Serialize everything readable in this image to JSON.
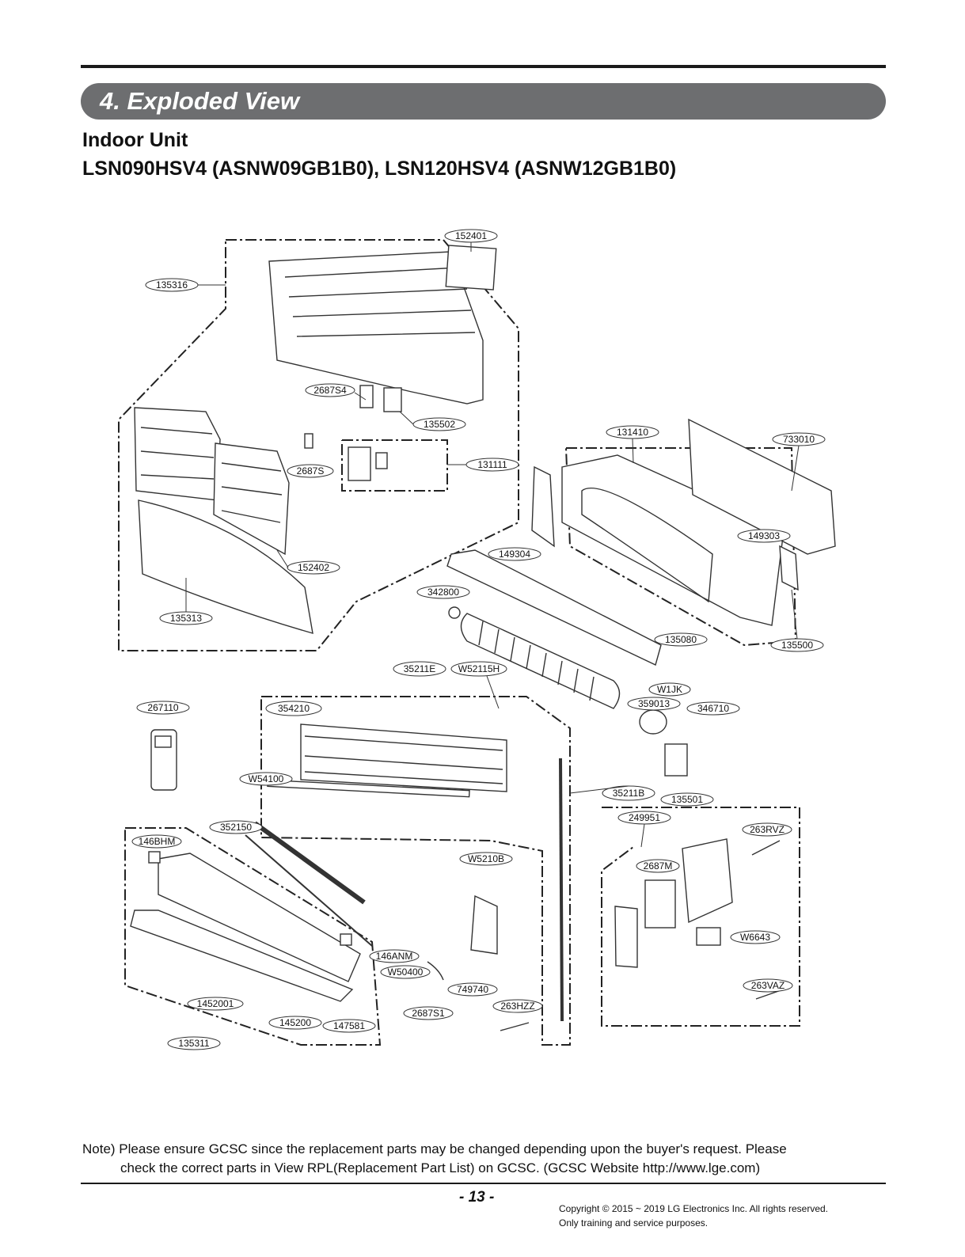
{
  "section": {
    "title": "4. Exploded View"
  },
  "heading": {
    "line1": "Indoor Unit",
    "line2": "LSN090HSV4 (ASNW09GB1B0), LSN120HSV4 (ASNW12GB1B0)"
  },
  "parts": [
    "152401",
    "135316",
    "2687S4",
    "135502",
    "131410",
    "733010",
    "2687S",
    "131111",
    "149303",
    "149304",
    "152402",
    "342800",
    "135313",
    "135080",
    "135500",
    "35211E",
    "W52115H",
    "W1JK",
    "267110",
    "354210",
    "359013",
    "346710",
    "W54100",
    "35211B",
    "135501",
    "352150",
    "249951",
    "263RVZ",
    "146BHM",
    "W5210B",
    "2687M",
    "W6643",
    "146ANM",
    "W50400",
    "749740",
    "263VAZ",
    "1452001",
    "2687S1",
    "263HZZ",
    "145200",
    "147581",
    "135311"
  ],
  "note": {
    "line1": "Note) Please ensure GCSC since the replacement parts may be changed depending upon the buyer's request. Please",
    "line2": "check the correct parts in View RPL(Replacement Part List) on GCSC. (GCSC Website http://www.lge.com)"
  },
  "footer": {
    "page": "- 13 -",
    "copyright": "Copyright © 2015 ~ 2019 LG Electronics Inc. All rights reserved.",
    "training": "Only training and service purposes."
  }
}
